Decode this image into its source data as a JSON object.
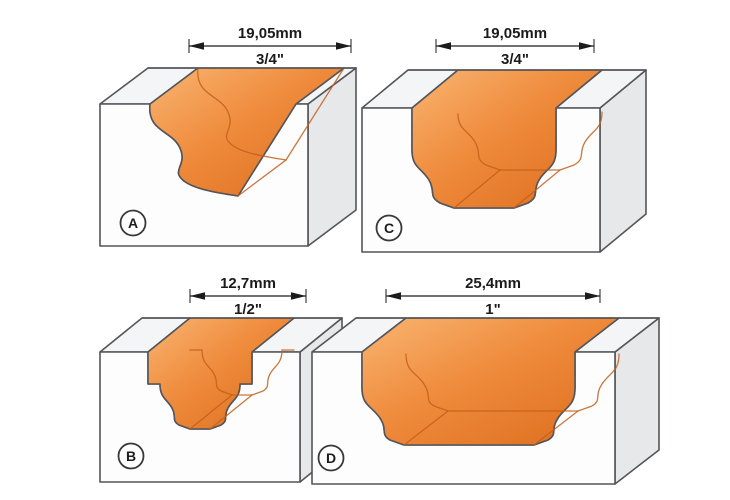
{
  "figures": {
    "a": {
      "letter": "A",
      "dim_mm": "19,05mm",
      "dim_in": "3/4\""
    },
    "b": {
      "letter": "B",
      "dim_mm": "12,7mm",
      "dim_in": "1/2\""
    },
    "c": {
      "letter": "C",
      "dim_mm": "19,05mm",
      "dim_in": "3/4\""
    },
    "d": {
      "letter": "D",
      "dim_mm": "25,4mm",
      "dim_in": "1\""
    }
  },
  "colors": {
    "cut_light": "#F9B572",
    "cut_mid": "#EF8B3C",
    "cut_dark": "#DC6B1C",
    "cut_edge": "#C25F1B",
    "outline": "#54555A",
    "face_front": "#FDFDFD",
    "face_top": "#F4F5F6",
    "face_side": "#E7E8EA",
    "dim": "#1B1B1B"
  }
}
